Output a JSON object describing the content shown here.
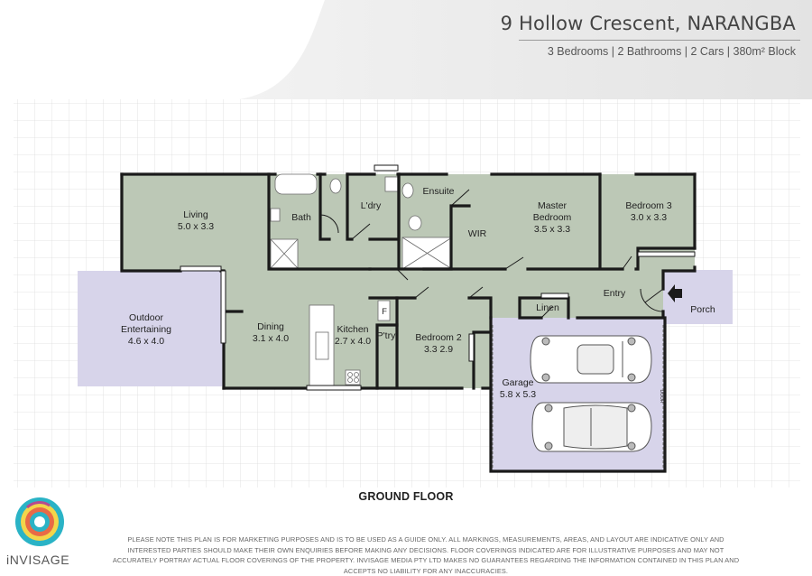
{
  "header": {
    "address": "9 Hollow Crescent, NARANGBA",
    "summary": "3 Bedrooms  |  2 Bathrooms  |  2 Cars  |  380m² Block"
  },
  "rooms": {
    "living": {
      "name": "Living",
      "dims": "5.0 x 3.3"
    },
    "bath": {
      "name": "Bath"
    },
    "laundry": {
      "name": "L'dry"
    },
    "ensuite": {
      "name": "Ensuite"
    },
    "wir": {
      "name": "WIR"
    },
    "master": {
      "name": "Master",
      "name2": "Bedroom",
      "dims": "3.5 x 3.3"
    },
    "bedroom3": {
      "name": "Bedroom 3",
      "dims": "3.0 x 3.3"
    },
    "outdoor": {
      "name": "Outdoor",
      "name2": "Entertaining",
      "dims": "4.6 x 4.0"
    },
    "dining": {
      "name": "Dining",
      "dims": "3.1 x 4.0"
    },
    "kitchen": {
      "name": "Kitchen",
      "dims": "2.7 x 4.0"
    },
    "fridge": {
      "name": "F"
    },
    "pantry": {
      "name": "P'try"
    },
    "bedroom2": {
      "name": "Bedroom 2",
      "dims": "3.3 2.9"
    },
    "linen": {
      "name": "Linen"
    },
    "entry": {
      "name": "Entry"
    },
    "porch": {
      "name": "Porch"
    },
    "garage": {
      "name": "Garage",
      "dims": "5.8 x 5.3"
    },
    "door_tag": {
      "name": "DOOR"
    }
  },
  "floor_label": "GROUND FLOOR",
  "brand": {
    "name": "iNVISAGE"
  },
  "disclaimer": "Please note this plan is for marketing purposes and is to be used as a guide only. All markings, measurements, areas, and layout are indicative only and interested parties should make their own enquiries before making any decisions. Floor coverings indicated are for illustrative purposes and may not accurately portray actual floor coverings of the property. Invisage Media Pty Ltd makes no guarantees regarding the information contained in this plan and accepts no liability for any inaccuracies.",
  "colors": {
    "interior_fill": "#bcc8b6",
    "garage_fill": "#d7d4ea",
    "wall": "#1a1a1a",
    "grid": "#d9d9d9",
    "header_band": "#e6e6e6"
  }
}
